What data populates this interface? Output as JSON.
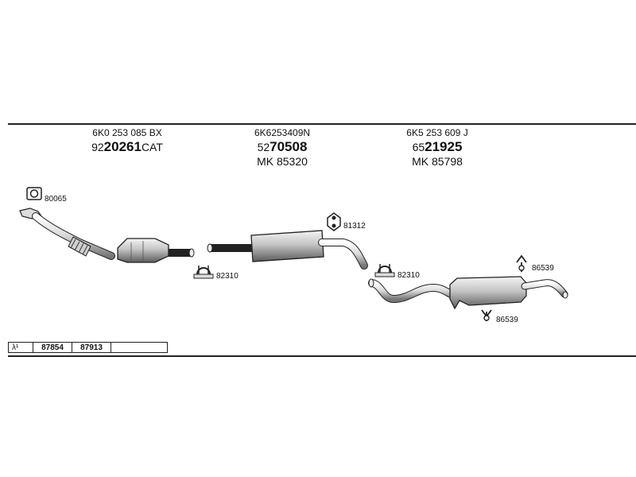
{
  "parts": {
    "catalyst": {
      "oem": "6K0 253 085 BX",
      "prefix": "92",
      "number": "20261",
      "suffix": "CAT",
      "mk": ""
    },
    "middle": {
      "oem": "6K6253409N",
      "prefix": "52",
      "number": "70508",
      "suffix": "",
      "mk": "MK 85320"
    },
    "rear": {
      "oem": "6K5 253 609 J",
      "prefix": "65",
      "number": "21925",
      "suffix": "",
      "mk": "MK 85798"
    }
  },
  "callouts": {
    "gasket": "80065",
    "clamp_front": "82310",
    "bracket_middle": "81312",
    "clamp_rear": "82310",
    "hanger_top": "86539",
    "hanger_bottom": "86539"
  },
  "codes": {
    "lambda": "λ¹",
    "code1": "87854",
    "code2": "87913"
  },
  "icons": [
    "gasket-icon",
    "clamp-icon",
    "rubber-mount-icon",
    "hanger-icon"
  ]
}
